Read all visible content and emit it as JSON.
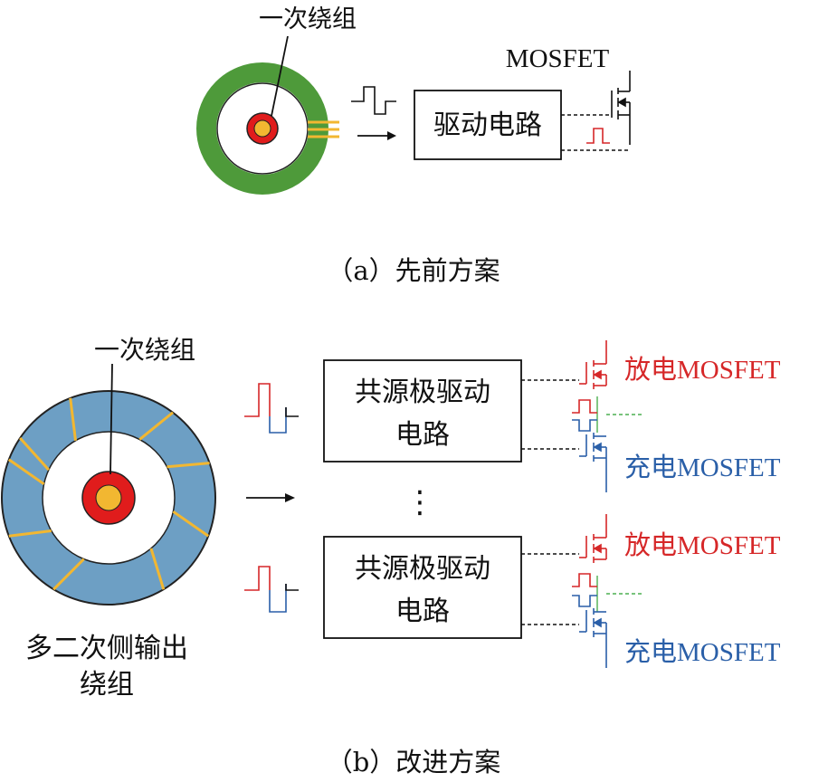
{
  "panel_a": {
    "winding_label": "一次绕组",
    "mosfet_label": "MOSFET",
    "driver_label": "驱动电路",
    "caption": "（a）先前方案"
  },
  "panel_b": {
    "winding_label": "一次绕组",
    "secondary_label_line1": "多二次侧输出",
    "secondary_label_line2": "绕组",
    "driver_top_line1": "共源极驱动",
    "driver_top_line2": "电路",
    "driver_bottom_line1": "共源极驱动",
    "driver_bottom_line2": "电路",
    "ellipsis": "⋮",
    "discharge_top": "放电MOSFET",
    "charge_top": "充电MOSFET",
    "discharge_bottom": "放电MOSFET",
    "charge_bottom": "充电MOSFET",
    "caption": "（b）改进方案"
  },
  "colors": {
    "ring_a": "#4e9a3a",
    "ring_b": "#6d9fc4",
    "core_red": "#e01c1c",
    "core_yellow": "#f2b731",
    "winding": "#f2b731",
    "discharge": "#d62728",
    "charge": "#2a5fa8",
    "link": "#4caf50"
  }
}
